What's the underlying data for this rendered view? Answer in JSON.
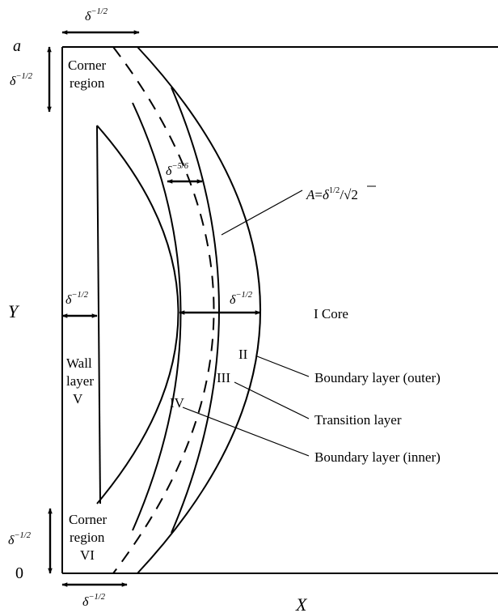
{
  "axes": {
    "y_top": "a",
    "y_bottom": "0",
    "y_label": "Y",
    "x_label": "X"
  },
  "scales": {
    "delta": "δ",
    "minus_half": "−1/2",
    "minus_five_sixths": "−5/6",
    "half": "1/2"
  },
  "annotation": {
    "lhs": "A",
    "eq": "=",
    "slash": "/",
    "sqrt_sym": "√",
    "sqrt_arg": "2"
  },
  "regions": {
    "corner_top_line1": "Corner",
    "corner_top_line2": "region",
    "corner_bottom_line1": "Corner",
    "corner_bottom_line2": "region",
    "corner_bottom_line3": "VI",
    "wall_line1": "Wall",
    "wall_line2": "layer",
    "wall_line3": "V",
    "core": "I  Core",
    "ii": "II",
    "iii": "III",
    "iv": "IV"
  },
  "legend": {
    "outer": "Boundary layer (outer)",
    "transition": "Transition layer",
    "inner": "Boundary layer (inner)"
  },
  "colors": {
    "ink": "#000000",
    "background": "#ffffff"
  }
}
